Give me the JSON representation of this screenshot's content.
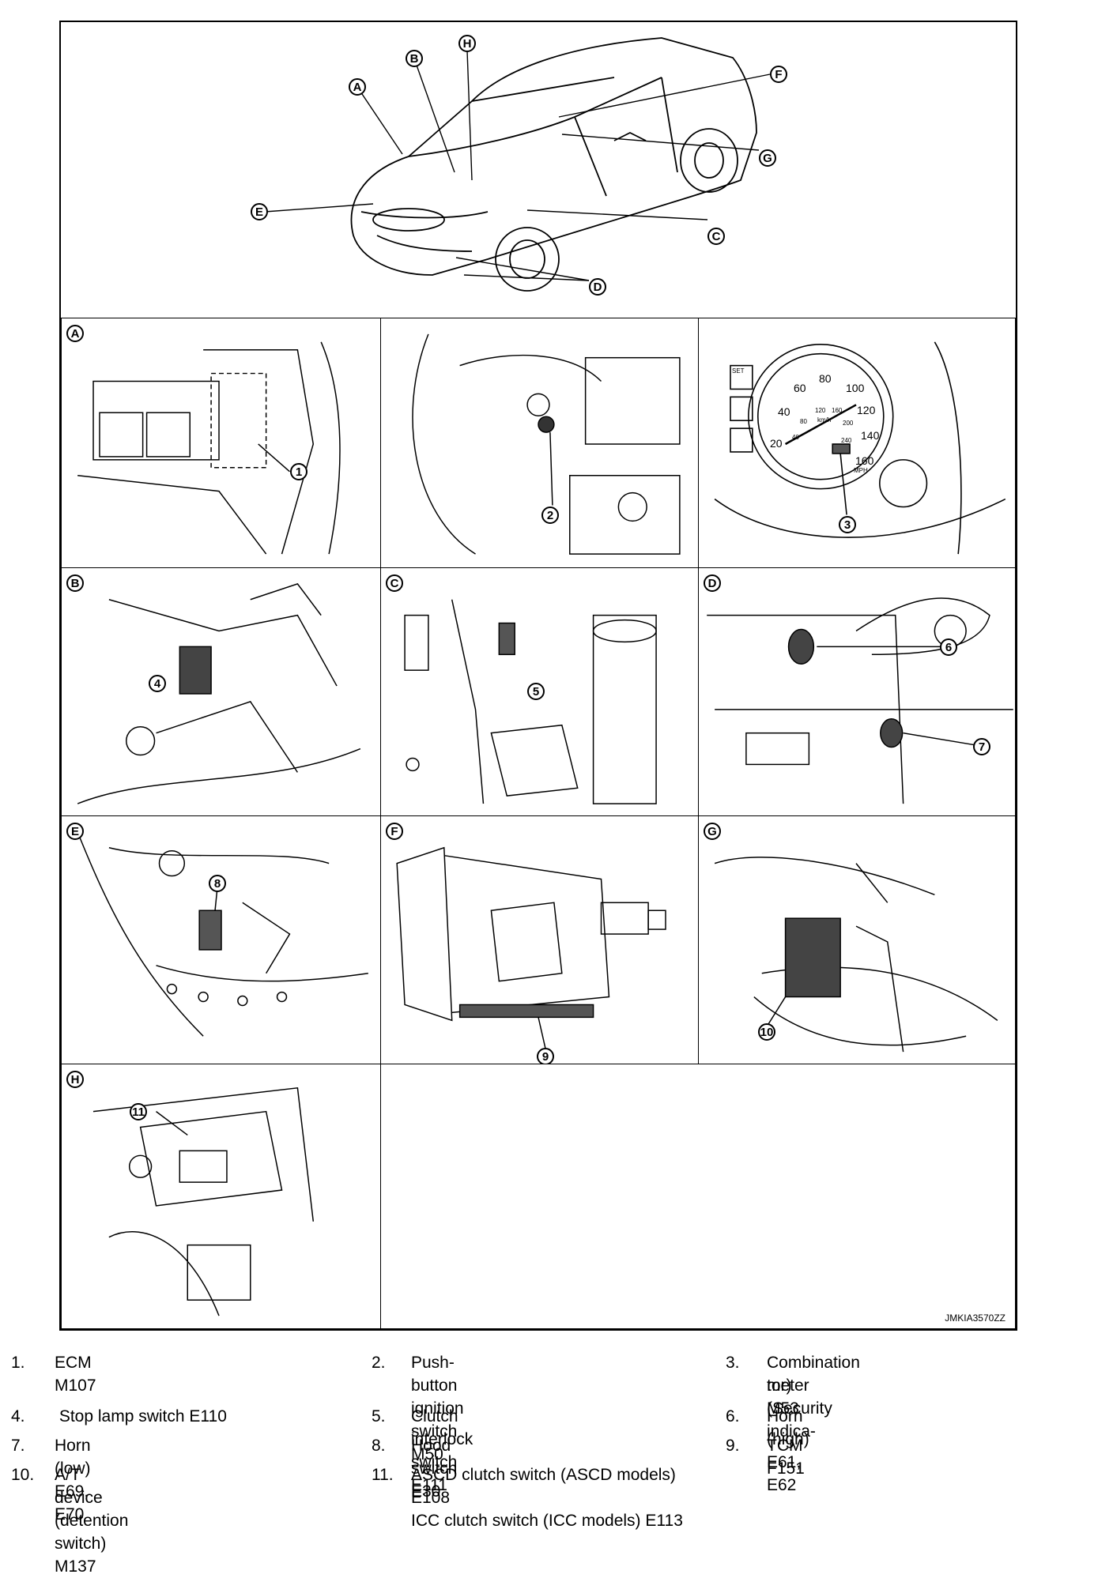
{
  "overview": {
    "callouts": [
      "A",
      "B",
      "H",
      "F",
      "G",
      "E",
      "C",
      "D"
    ]
  },
  "panels": [
    {
      "letter": "A",
      "number": "1"
    },
    {
      "letter": "",
      "number": "2"
    },
    {
      "letter": "",
      "number": "3"
    },
    {
      "letter": "B",
      "number": "4"
    },
    {
      "letter": "C",
      "number": "5"
    },
    {
      "letter": "D",
      "numbers": [
        "6",
        "7"
      ]
    },
    {
      "letter": "E",
      "number": "8"
    },
    {
      "letter": "F",
      "number": "9"
    },
    {
      "letter": "G",
      "number": "10"
    },
    {
      "letter": "H",
      "number": "11"
    }
  ],
  "meter_labels": {
    "speeds": [
      "20",
      "40",
      "60",
      "80",
      "100",
      "120",
      "140",
      "160"
    ],
    "kmh_scale": [
      "40",
      "80",
      "120",
      "160",
      "200",
      "240"
    ],
    "kmh_unit": "km/h",
    "mph_unit": "MPH",
    "set": "SET"
  },
  "figure_code": "JMKIA3570ZZ",
  "legend": [
    {
      "num": "1.",
      "text": "ECM M107"
    },
    {
      "num": "2.",
      "text": "Push-button ignition switch M50"
    },
    {
      "num": "3.",
      "text": "Combination meter (Security indica-",
      "text2": "tor) M53"
    },
    {
      "num": "4.",
      "text": " Stop lamp switch E110"
    },
    {
      "num": "5.",
      "text": "Clutch interlock switch E111"
    },
    {
      "num": "6.",
      "text": "Horn (high) E61, E62"
    },
    {
      "num": "7.",
      "text": "Horn (low) E69, E70"
    },
    {
      "num": "8.",
      "text": "Hood switch E30"
    },
    {
      "num": "9.",
      "text": "TCM F151"
    },
    {
      "num": "10.",
      "text": "A/T device (detention switch) M137"
    },
    {
      "num": "11.",
      "text": "ASCD clutch switch (ASCD models)",
      "text2": "E108",
      "text3": "ICC clutch switch (ICC models) E113"
    }
  ]
}
